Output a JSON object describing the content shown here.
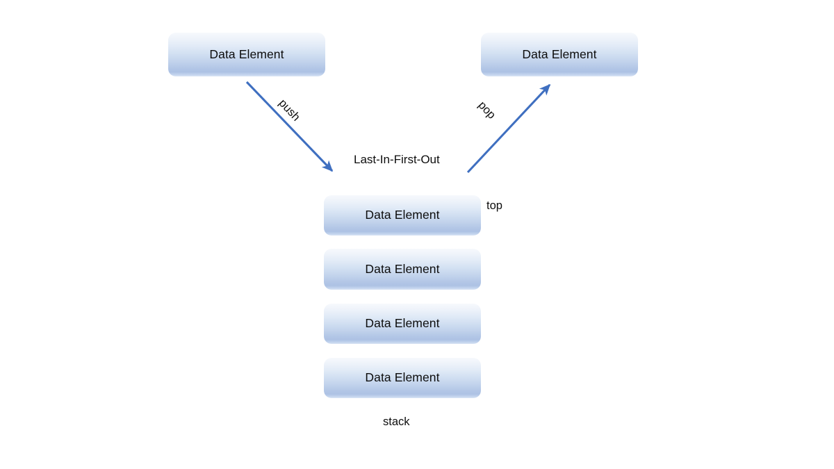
{
  "diagram": {
    "title_concept": "Last-In-First-Out",
    "accent_color": "#3f6fc0",
    "box_gradient_top": "#f7f9fd",
    "box_gradient_bottom": "#adc2e4",
    "text_color": "#0d0d0d",
    "background_color": "#ffffff"
  },
  "nodes": {
    "source": {
      "label": "Data Element"
    },
    "destination": {
      "label": "Data Element"
    }
  },
  "edges": [
    {
      "name": "push",
      "label": "push",
      "from": "source",
      "to": "stack-top",
      "direction": "down-right"
    },
    {
      "name": "pop",
      "label": "pop",
      "from": "stack-top",
      "to": "destination",
      "direction": "up-right"
    }
  ],
  "center_caption": "Last-In-First-Out",
  "stack": {
    "caption": "stack",
    "pointer_label": "top",
    "items": [
      {
        "label": "Data Element"
      },
      {
        "label": "Data Element"
      },
      {
        "label": "Data Element"
      },
      {
        "label": "Data Element"
      }
    ]
  }
}
